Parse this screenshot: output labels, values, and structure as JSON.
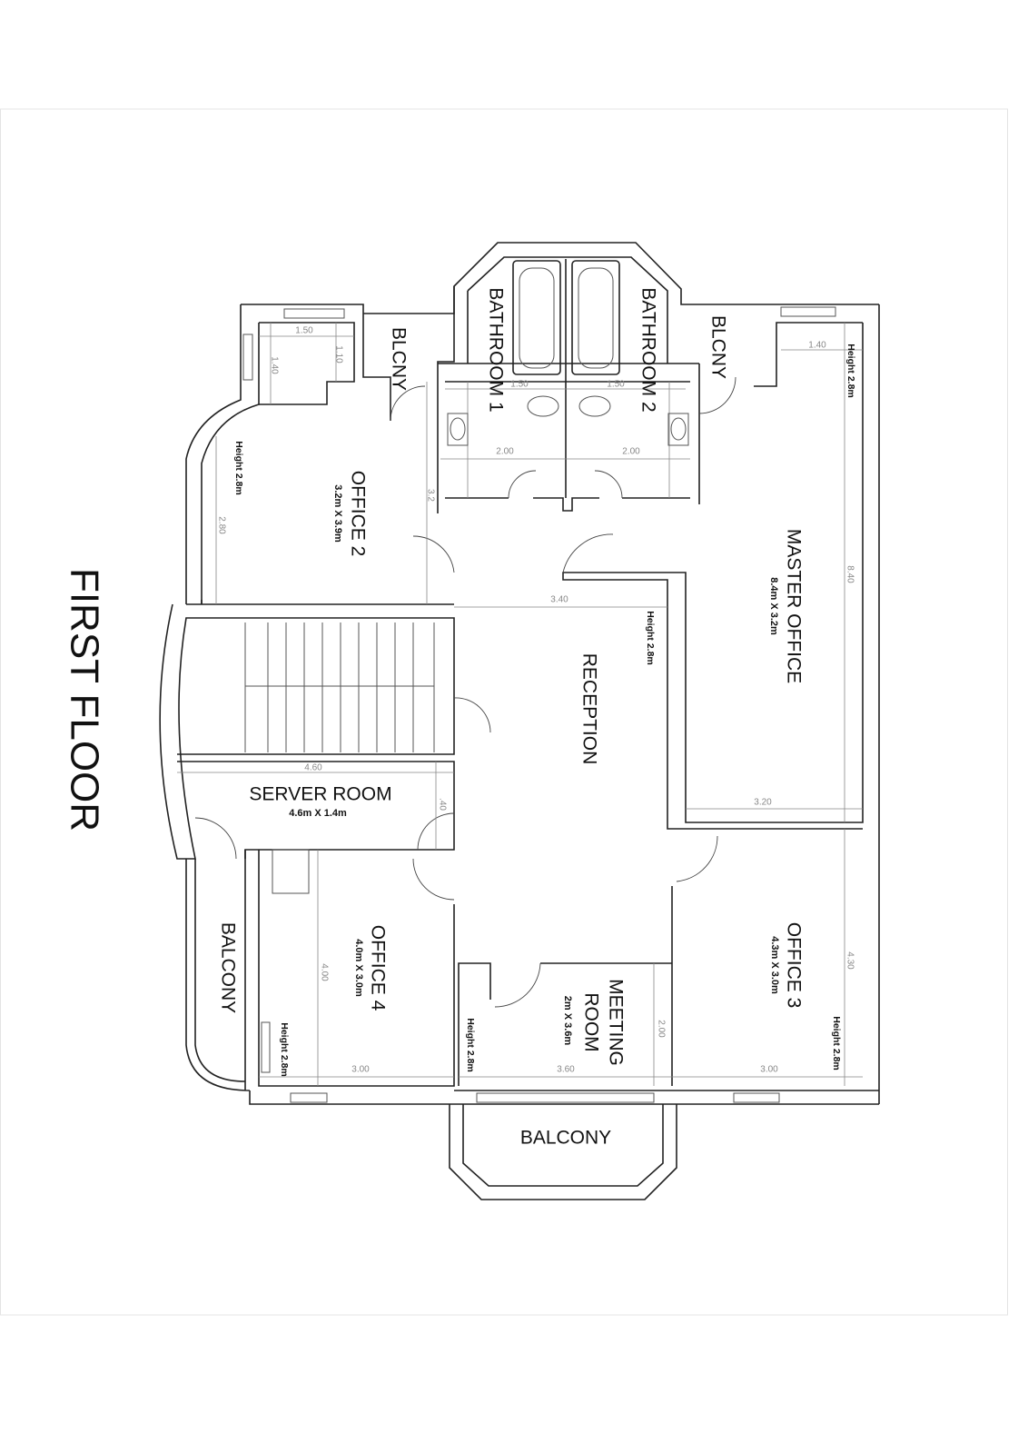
{
  "title": "FIRST FLOOR",
  "rooms": {
    "office2": {
      "name": "OFFICE 2",
      "size": "3.2m X 3.9m"
    },
    "blcny_left": {
      "name": "BLCNY"
    },
    "blcny_right": {
      "name": "BLCNY"
    },
    "bathroom1": {
      "name": "BATHROOM 1"
    },
    "bathroom2": {
      "name": "BATHROOM 2"
    },
    "master_office": {
      "name": "MASTER OFFICE",
      "size": "8.4m X 3.2m"
    },
    "reception": {
      "name": "RECEPTION"
    },
    "server_room": {
      "name": "SERVER ROOM",
      "size": "4.6m X 1.4m"
    },
    "balcony_left": {
      "name": "BALCONY"
    },
    "office4": {
      "name": "OFFICE 4",
      "size": "4.0m X 3.0m"
    },
    "meeting_room": {
      "name_line1": "MEETING",
      "name_line2": "ROOM",
      "size": "2m X 3.6m"
    },
    "office3": {
      "name": "OFFICE 3",
      "size": "4.3m X 3.0m"
    },
    "balcony_bottom": {
      "name": "BALCONY"
    }
  },
  "height_label": "Height 2.8m",
  "dimensions": [
    "1.50",
    "1.10",
    "1.40",
    "1.50",
    "1.50",
    "2.00",
    "2.00",
    "3.2",
    "2.80",
    "1.40",
    "8.40",
    "3.40",
    "3.20",
    "4.60",
    ".40",
    "4.00",
    "2.00",
    "4.30",
    "3.00",
    "3.60",
    "3.00"
  ]
}
